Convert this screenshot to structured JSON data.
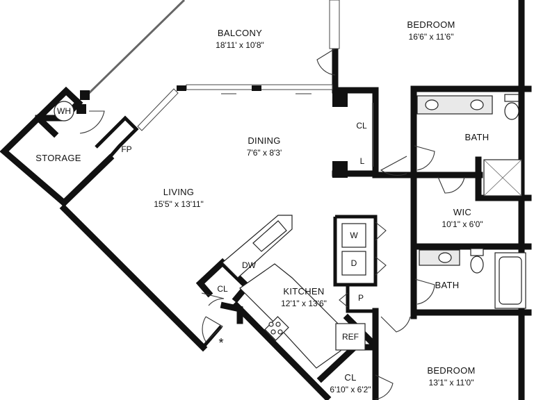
{
  "rooms": {
    "balcony": {
      "name": "BALCONY",
      "dims": "18'11' x 10'8\""
    },
    "bedroom1": {
      "name": "BEDROOM",
      "dims": "16'6\" x 11'6\""
    },
    "dining": {
      "name": "DINING",
      "dims": "7'6\" x 8'3'"
    },
    "living": {
      "name": "LIVING",
      "dims": "15'5\" x 13'11\""
    },
    "storage": {
      "name": "STORAGE"
    },
    "kitchen": {
      "name": "KITCHEN",
      "dims": "12'1\" x 13'6\""
    },
    "bath1": {
      "name": "BATH"
    },
    "wic": {
      "name": "WIC",
      "dims": "10'1\" x 6'0\""
    },
    "bath2": {
      "name": "BATH"
    },
    "cl_bottom": {
      "name": "CL",
      "dims": "6'10\" x 6'2\""
    },
    "bedroom2": {
      "name": "BEDROOM",
      "dims": "13'1\" x 11'0\""
    }
  },
  "fixtures": {
    "wh": "WH",
    "fp": "FP",
    "cl_hall": "CL",
    "linen": "L",
    "cl_living": "CL",
    "dw": "DW",
    "washer": "W",
    "dryer": "D",
    "pantry": "P",
    "ref": "REF",
    "asterisk": "*"
  }
}
